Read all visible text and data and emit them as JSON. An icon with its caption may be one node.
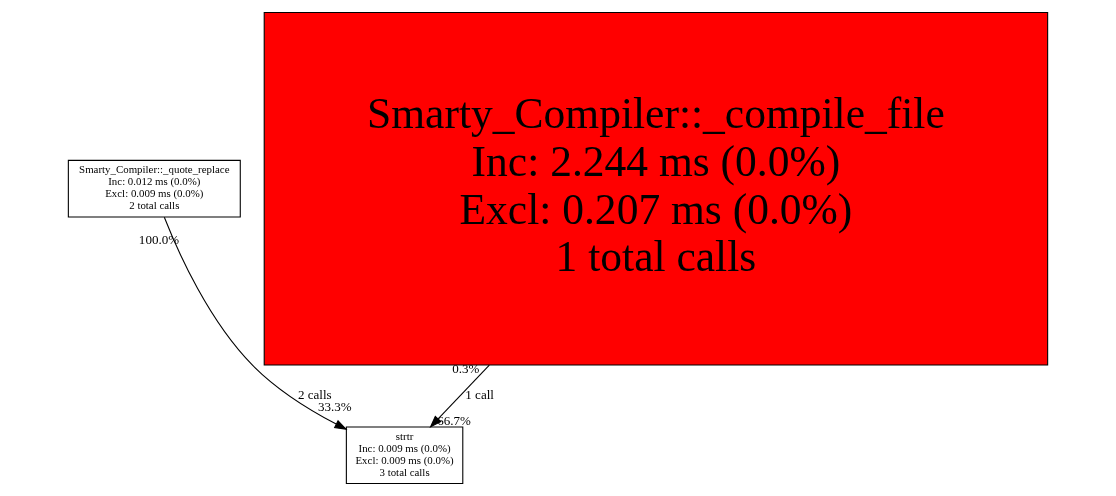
{
  "diagram": {
    "nodes": [
      {
        "text": [
          "Smarty_Compiler::_compile_file",
          "Inc: 2.244 ms (0.0%)",
          "Excl: 0.207 ms (0.0%)",
          "1 total calls"
        ]
      },
      {
        "text": [
          "Smarty_Compiler::_quote_replace",
          "Inc: 0.012 ms (0.0%)",
          "Excl: 0.009 ms (0.0%)",
          "2 total calls"
        ]
      },
      {
        "text": [
          "strtr",
          "Inc: 0.009 ms (0.0%)",
          "Excl: 0.009 ms (0.0%)",
          "3 total calls"
        ]
      }
    ],
    "edges": [
      {
        "from": 1,
        "to": 2,
        "arrow": "to",
        "label": "2 calls"
      },
      {
        "from": 0,
        "to": 2,
        "arrow": "to",
        "label": "1 call"
      }
    ],
    "labels": [
      "100.0%",
      "0.3%",
      "33.3%",
      "66.7%"
    ]
  }
}
